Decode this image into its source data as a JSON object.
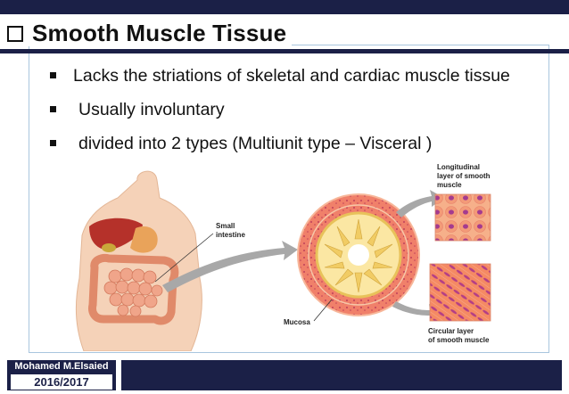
{
  "slide": {
    "title": "Smooth Muscle Tissue",
    "bullets": [
      "Lacks the striations of skeletal and cardiac muscle tissue",
      "Usually involuntary",
      "divided into 2 types (Multiunit type – Visceral )"
    ]
  },
  "figure": {
    "labels": {
      "small_intestine_1": "Small",
      "small_intestine_2": "intestine",
      "mucosa": "Mucosa",
      "longitudinal_1": "Longitudinal",
      "longitudinal_2": "layer of smooth",
      "longitudinal_3": "muscle",
      "circular_1": "Circular layer",
      "circular_2": "of smooth muscle"
    }
  },
  "footer": {
    "author": "Mohamed M.Elsaied",
    "year": "2016/2017"
  },
  "colors": {
    "navy": "#1b2047",
    "box_border": "#a9c6de"
  }
}
